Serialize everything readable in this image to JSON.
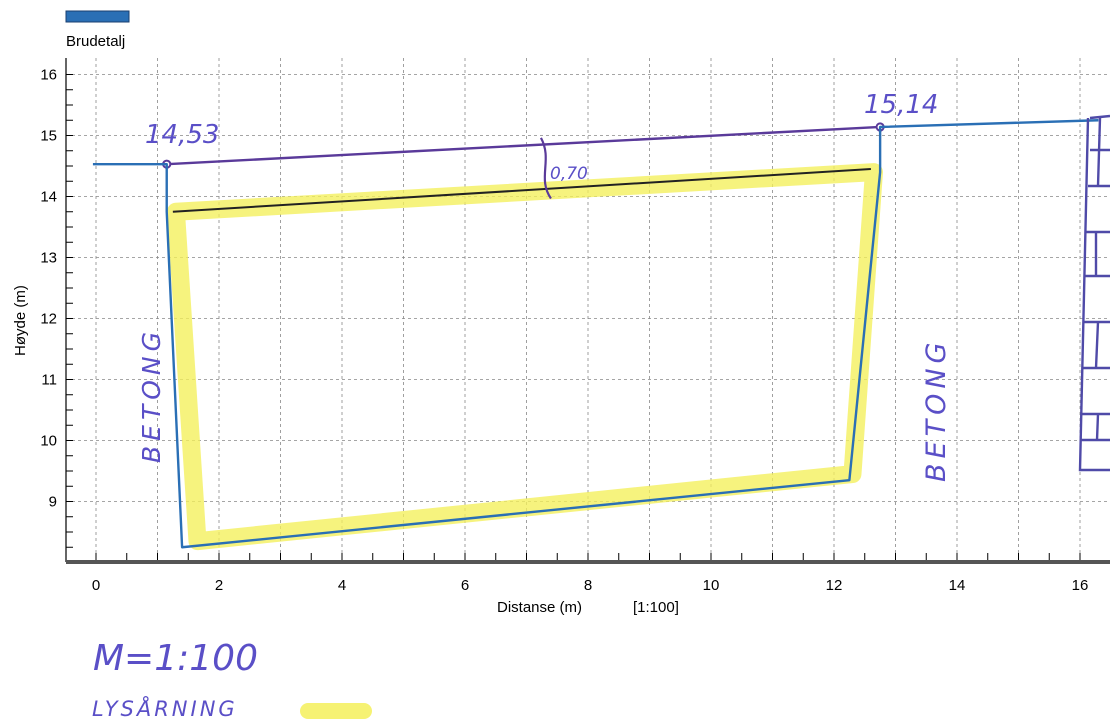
{
  "chart_data": {
    "type": "line",
    "title": "",
    "xlabel": "Distanse (m)",
    "scale_label": "[1:100]",
    "ylabel": "Høyde (m)",
    "xlim": [
      -0.5,
      16.5
    ],
    "ylim": [
      8.1,
      16.2
    ],
    "x_ticks": [
      0,
      2,
      4,
      6,
      8,
      10,
      12,
      14,
      16
    ],
    "y_ticks": [
      9,
      10,
      11,
      12,
      13,
      14,
      15,
      16
    ],
    "grid": true,
    "legend": {
      "position": "top-left",
      "entries": [
        {
          "name": "Brudetalj",
          "color": "#2a6fb5"
        }
      ]
    },
    "series": [
      {
        "name": "Brudetalj",
        "color": "#2a6fb5",
        "x": [
          -0.05,
          1.15,
          1.15,
          1.4,
          12.25,
          12.75,
          12.75,
          16.3
        ],
        "y": [
          14.53,
          14.53,
          13.75,
          8.25,
          9.35,
          14.4,
          15.14,
          15.25
        ]
      }
    ],
    "annotations": {
      "top_line": {
        "x": [
          1.15,
          12.75
        ],
        "y": [
          14.53,
          15.14
        ],
        "color": "#5a3a9a"
      },
      "inner_line": {
        "x": [
          1.25,
          12.6
        ],
        "y": [
          13.75,
          14.45
        ],
        "color": "#222222"
      },
      "highlight": {
        "x": [
          1.3,
          12.65,
          12.3,
          1.65,
          1.3
        ],
        "y": [
          13.75,
          14.4,
          9.45,
          8.35,
          13.75
        ],
        "color": "#f4f05a"
      },
      "point_labels": [
        {
          "text": "14,53",
          "x": 1.15,
          "y": 14.53
        },
        {
          "text": "15,14",
          "x": 12.75,
          "y": 15.14
        }
      ],
      "dimension": {
        "text": "0,70",
        "x": 7.3,
        "y": 14.45
      },
      "material_labels": [
        "BETONG",
        "BETONG"
      ],
      "scale_note": "M=1:100",
      "lysarning_label": "LYSÅRNING",
      "lysarning_color": "#f4f05a"
    }
  }
}
